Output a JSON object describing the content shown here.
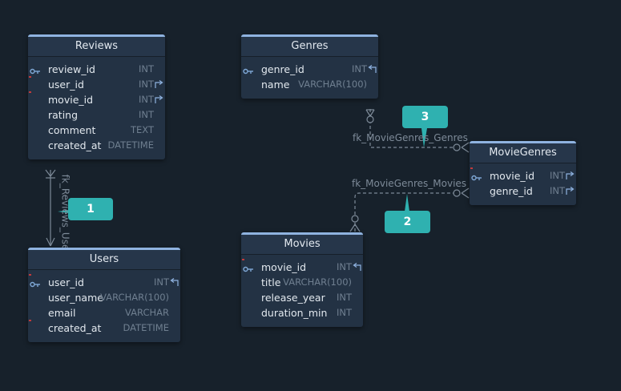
{
  "tables": [
    {
      "id": "reviews",
      "name": "Reviews",
      "fields": [
        {
          "name": "review_id",
          "type": "INT",
          "pk": true,
          "fk": false,
          "ref": false
        },
        {
          "name": "user_id",
          "type": "INT",
          "pk": false,
          "fk": true,
          "ref": true
        },
        {
          "name": "movie_id",
          "type": "INT",
          "pk": false,
          "fk": true,
          "ref": true
        },
        {
          "name": "rating",
          "type": "INT",
          "pk": false,
          "fk": false,
          "ref": false
        },
        {
          "name": "comment",
          "type": "TEXT",
          "pk": false,
          "fk": false,
          "ref": false
        },
        {
          "name": "created_at",
          "type": "DATETIME",
          "pk": false,
          "fk": false,
          "ref": false
        }
      ]
    },
    {
      "id": "genres",
      "name": "Genres",
      "fields": [
        {
          "name": "genre_id",
          "type": "INT",
          "pk": true,
          "fk": false,
          "ref": true,
          "refIn": true
        },
        {
          "name": "name",
          "type": "VARCHAR(100)",
          "pk": false,
          "fk": false,
          "ref": false
        }
      ]
    },
    {
      "id": "moviegenres",
      "name": "MovieGenres",
      "fields": [
        {
          "name": "movie_id",
          "type": "INT",
          "pk": true,
          "fk": true,
          "ref": true
        },
        {
          "name": "genre_id",
          "type": "INT",
          "pk": false,
          "fk": false,
          "ref": true
        }
      ]
    },
    {
      "id": "users",
      "name": "Users",
      "fields": [
        {
          "name": "user_id",
          "type": "INT",
          "pk": true,
          "fk": true,
          "ref": true,
          "refIn": true
        },
        {
          "name": "user_name",
          "type": "VARCHAR(100)",
          "pk": false,
          "fk": false,
          "ref": false
        },
        {
          "name": "email",
          "type": "VARCHAR",
          "pk": false,
          "fk": false,
          "ref": false
        },
        {
          "name": "created_at",
          "type": "DATETIME",
          "pk": false,
          "fk": true,
          "ref": false
        }
      ]
    },
    {
      "id": "movies",
      "name": "Movies",
      "fields": [
        {
          "name": "movie_id",
          "type": "INT",
          "pk": true,
          "fk": true,
          "ref": true,
          "refIn": true
        },
        {
          "name": "title",
          "type": "VARCHAR(100)",
          "pk": false,
          "fk": false,
          "ref": false
        },
        {
          "name": "release_year",
          "type": "INT",
          "pk": false,
          "fk": false,
          "ref": false
        },
        {
          "name": "duration_min",
          "type": "INT",
          "pk": false,
          "fk": false,
          "ref": false
        }
      ]
    }
  ],
  "relations": [
    {
      "id": "fk_reviews_users",
      "label": "fk_Reviews_Use",
      "style": "solid"
    },
    {
      "id": "fk_moviegenres_genres",
      "label": "fk_MovieGenres_Genres",
      "style": "dashed"
    },
    {
      "id": "fk_moviegenres_movies",
      "label": "fk_MovieGenres_Movies",
      "style": "dashed"
    }
  ],
  "badges": [
    {
      "id": "badge-1",
      "text": "1"
    },
    {
      "id": "badge-2",
      "text": "2"
    },
    {
      "id": "badge-3",
      "text": "3"
    }
  ],
  "colors": {
    "background": "#17212b",
    "table_header_accent": "#8fb3e0",
    "badge": "#2fb1b0",
    "edge": "#7d8a98",
    "fk_marker": "#c23b3b"
  }
}
